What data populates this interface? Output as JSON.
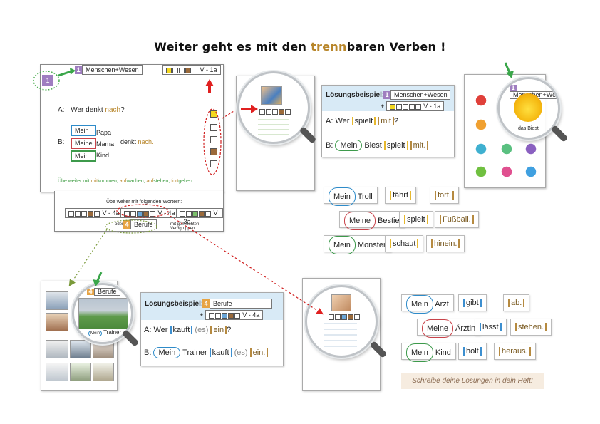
{
  "title": {
    "prefix": "Weiter geht es mit den ",
    "highlight": "trenn",
    "suffix": "baren Verben !"
  },
  "slide": {
    "num_badge": "1",
    "header_num": "1",
    "header_label": "Menschen+Wesen",
    "code": "V - 1a",
    "line_a_label": "A:",
    "line_a_text": "Wer denkt ",
    "line_a_part": "nach",
    "line_a_q": "?",
    "line_b_label": "B:",
    "words": [
      "Mein",
      "Meine",
      "Mein"
    ],
    "nouns": [
      "Papa",
      "Mama",
      "Kind"
    ],
    "verb": "denkt",
    "particle": "nach.",
    "practice": {
      "lead": "Übe weiter mit ",
      "items": [
        {
          "part": "mit",
          "rest": "kommen, "
        },
        {
          "part": "auf",
          "rest": "wachen, "
        },
        {
          "part": "auf",
          "rest": "stehen, "
        },
        {
          "part": "fort",
          "rest": "gehen"
        }
      ]
    }
  },
  "more_words": {
    "title": "Übe weiter mit folgenden Wörtern:",
    "codes": [
      "V - 4a",
      "V - 4a",
      "V - 3a"
    ],
    "or_label": "oder",
    "num": "4",
    "beruf": "Berufe",
    "suffix": "mit gemischten Verbgruppen"
  },
  "solution_top": {
    "heading": "Lösungsbeispiel:",
    "num": "1",
    "label": "Menschen+Wesen",
    "plus": "+",
    "code": "V - 1a",
    "a_label": "A:",
    "a_wer": "Wer",
    "a_verb": "spielt",
    "a_part": "mit",
    "a_q": "?",
    "b_label": "B:",
    "b_poss": "Mein",
    "b_noun": "Biest",
    "b_verb": "spielt",
    "b_part": "mit."
  },
  "chips_top": [
    {
      "poss": "Mein",
      "noun": "Troll",
      "verb": "fährt",
      "part": "fort."
    },
    {
      "poss": "Meine",
      "noun": "Bestie",
      "verb": "spielt",
      "part": "Fußball."
    },
    {
      "poss": "Mein",
      "noun": "Monster",
      "verb": "schaut",
      "part": "hinein."
    }
  ],
  "solution_bottom": {
    "heading": "Lösungsbeispiel:",
    "num": "4",
    "label": "Berufe",
    "plus": "+",
    "code": "V - 4a",
    "a_label": "A:",
    "a_wer": "Wer",
    "a_verb": "kauft",
    "a_es": "(es)",
    "a_part": "ein",
    "a_q": "?",
    "b_label": "B:",
    "b_poss": "Mein",
    "b_noun": "Trainer",
    "b_verb": "kauft",
    "b_es": "(es)",
    "b_part": "ein."
  },
  "chips_bottom": [
    {
      "poss": "Mein",
      "noun": "Arzt",
      "verb": "gibt",
      "part": "ab."
    },
    {
      "poss": "Meine",
      "noun": "Ärztin",
      "verb": "lässt",
      "part": "stehen."
    },
    {
      "poss": "Mein",
      "noun": "Kind",
      "verb": "holt",
      "part": "heraus."
    }
  ],
  "hint": "Schreibe deine Lösungen in dein Heft!",
  "monster_label": "das Biest",
  "trainer_label": "Trainer",
  "colors": {
    "gold": "#b8862a",
    "blue": "#2e8bc9",
    "red": "#c8434a",
    "green": "#3d9a4b",
    "purple": "#9f7ec0",
    "orange": "#e7a444"
  }
}
